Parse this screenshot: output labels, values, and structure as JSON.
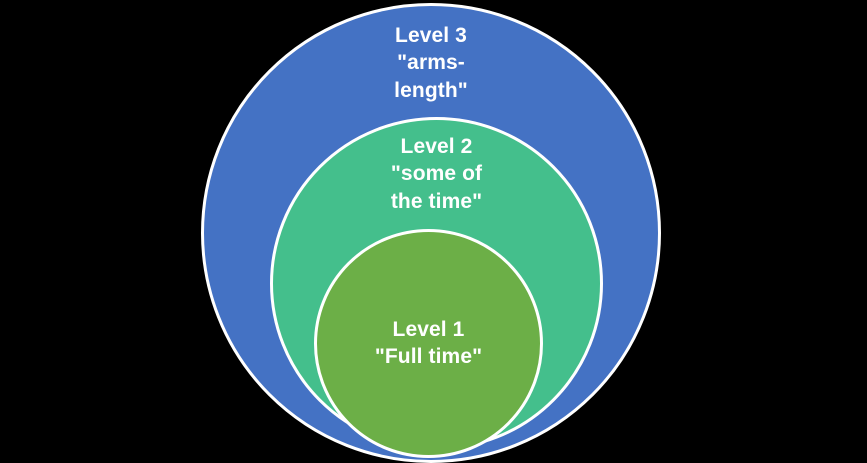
{
  "diagram": {
    "type": "concentric-circles",
    "background_color": "#000000",
    "outline_color": "#ffffff",
    "label_color": "#ffffff",
    "rings": [
      {
        "id": "level-3",
        "label": "Level 3\n\"arms-\nlength\"",
        "title": "Level 3",
        "subtitle": "\"arms-length\"",
        "color": "#4472C4",
        "order": 3,
        "position": "outer"
      },
      {
        "id": "level-2",
        "label": "Level 2\n\"some of\nthe time\"",
        "title": "Level 2",
        "subtitle": "\"some of the time\"",
        "color": "#44BF8C",
        "order": 2,
        "position": "middle"
      },
      {
        "id": "level-1",
        "label": "Level 1\n\"Full time\"",
        "title": "Level 1",
        "subtitle": "\"Full time\"",
        "color": "#6CAF47",
        "order": 1,
        "position": "inner"
      }
    ]
  }
}
